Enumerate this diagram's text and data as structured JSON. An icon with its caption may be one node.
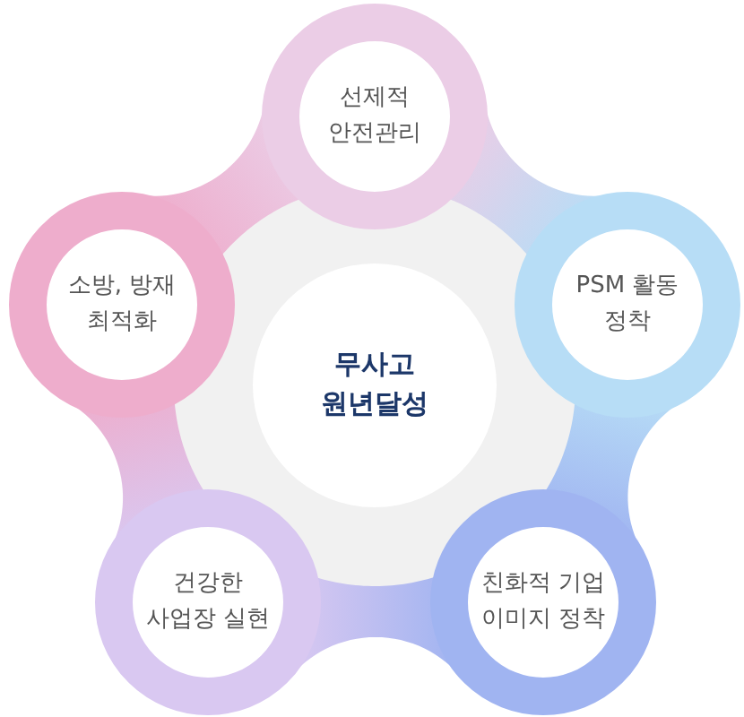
{
  "diagram": {
    "nodes": [
      {
        "text": [
          "선제적 안전관리"
        ]
      },
      {
        "text": [
          "소방, 방재 최적화"
        ]
      },
      {
        "text": [
          "PSM 활동 정착"
        ]
      },
      {
        "text": [
          "무사고 원년달성"
        ]
      },
      {
        "text": [
          "건강한 사업장 실현"
        ]
      },
      {
        "text": [
          "친화적 기업 이미지 정착"
        ]
      }
    ],
    "edges": [
      {
        "from": 0,
        "to": 2,
        "arrow": "none"
      },
      {
        "from": 2,
        "to": 5,
        "arrow": "none"
      },
      {
        "from": 5,
        "to": 4,
        "arrow": "none"
      },
      {
        "from": 4,
        "to": 1,
        "arrow": "none"
      },
      {
        "from": 1,
        "to": 0,
        "arrow": "none"
      }
    ]
  }
}
